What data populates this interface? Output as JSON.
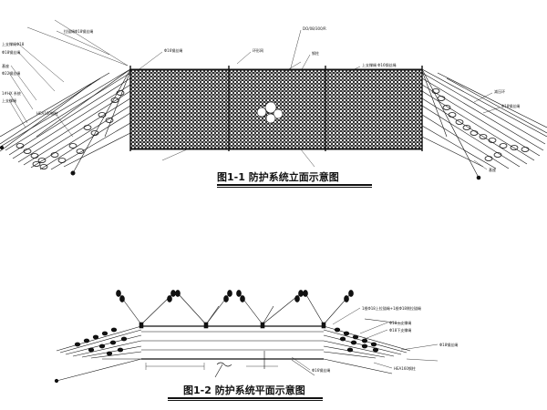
{
  "figures": {
    "elevation": {
      "caption": "图1-1  防护系统立面示意图",
      "labels": {
        "l1": "拉锚绳Φ18钢丝绳",
        "l2": "上支撑绳Φ18",
        "l3": "Φ18钢丝绳",
        "l4": "基座",
        "l5": "Φ22钢丝绳",
        "l6": "1#HX 系统",
        "l7": "上支撑绳",
        "l8": "HEA160钢柱",
        "l9": "Φ16钢丝绳",
        "l10": "环形网",
        "l11": "DO/08/300/R",
        "l12": "钢柱",
        "l13": "上支撑绳 Φ16钢丝绳",
        "l14": "减压环",
        "l15": "Φ18钢丝绳",
        "l16": "基座"
      }
    },
    "plan": {
      "caption": "图1-2  防护系统平面示意图",
      "labels": {
        "p1": "1根Φ18上拉锚绳+1根Φ18侧拉锚绳",
        "p2": "Φ18上支撑绳",
        "p3": "Φ18下支撑绳",
        "p4": "Φ18钢丝绳",
        "p5": "HEA160钢柱",
        "p6": "Φ16钢丝绳"
      }
    }
  }
}
